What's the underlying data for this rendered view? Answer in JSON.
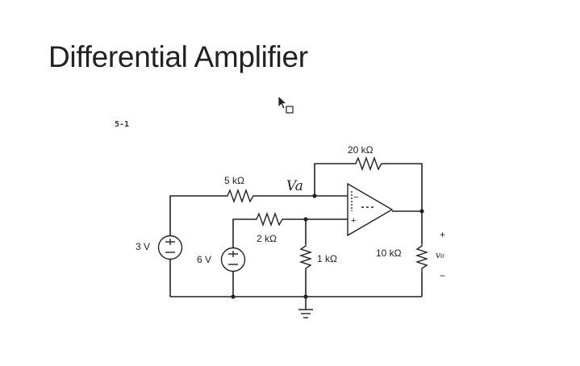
{
  "slide": {
    "title": "Differential Amplifier",
    "figure_number": "5-1"
  },
  "circuit": {
    "resistors": {
      "r_5k": "5 kΩ",
      "r_2k": "2 kΩ",
      "r_1k": "1 kΩ",
      "r_feedback": "20 kΩ",
      "r_load": "10 kΩ"
    },
    "sources": {
      "v1": "3 V",
      "v2": "6 V"
    },
    "node_label": "Va",
    "output": {
      "plus": "+",
      "label": "v₀",
      "minus": "−"
    },
    "opamp_pins": {
      "inverting": "−",
      "noninverting": "+"
    }
  }
}
